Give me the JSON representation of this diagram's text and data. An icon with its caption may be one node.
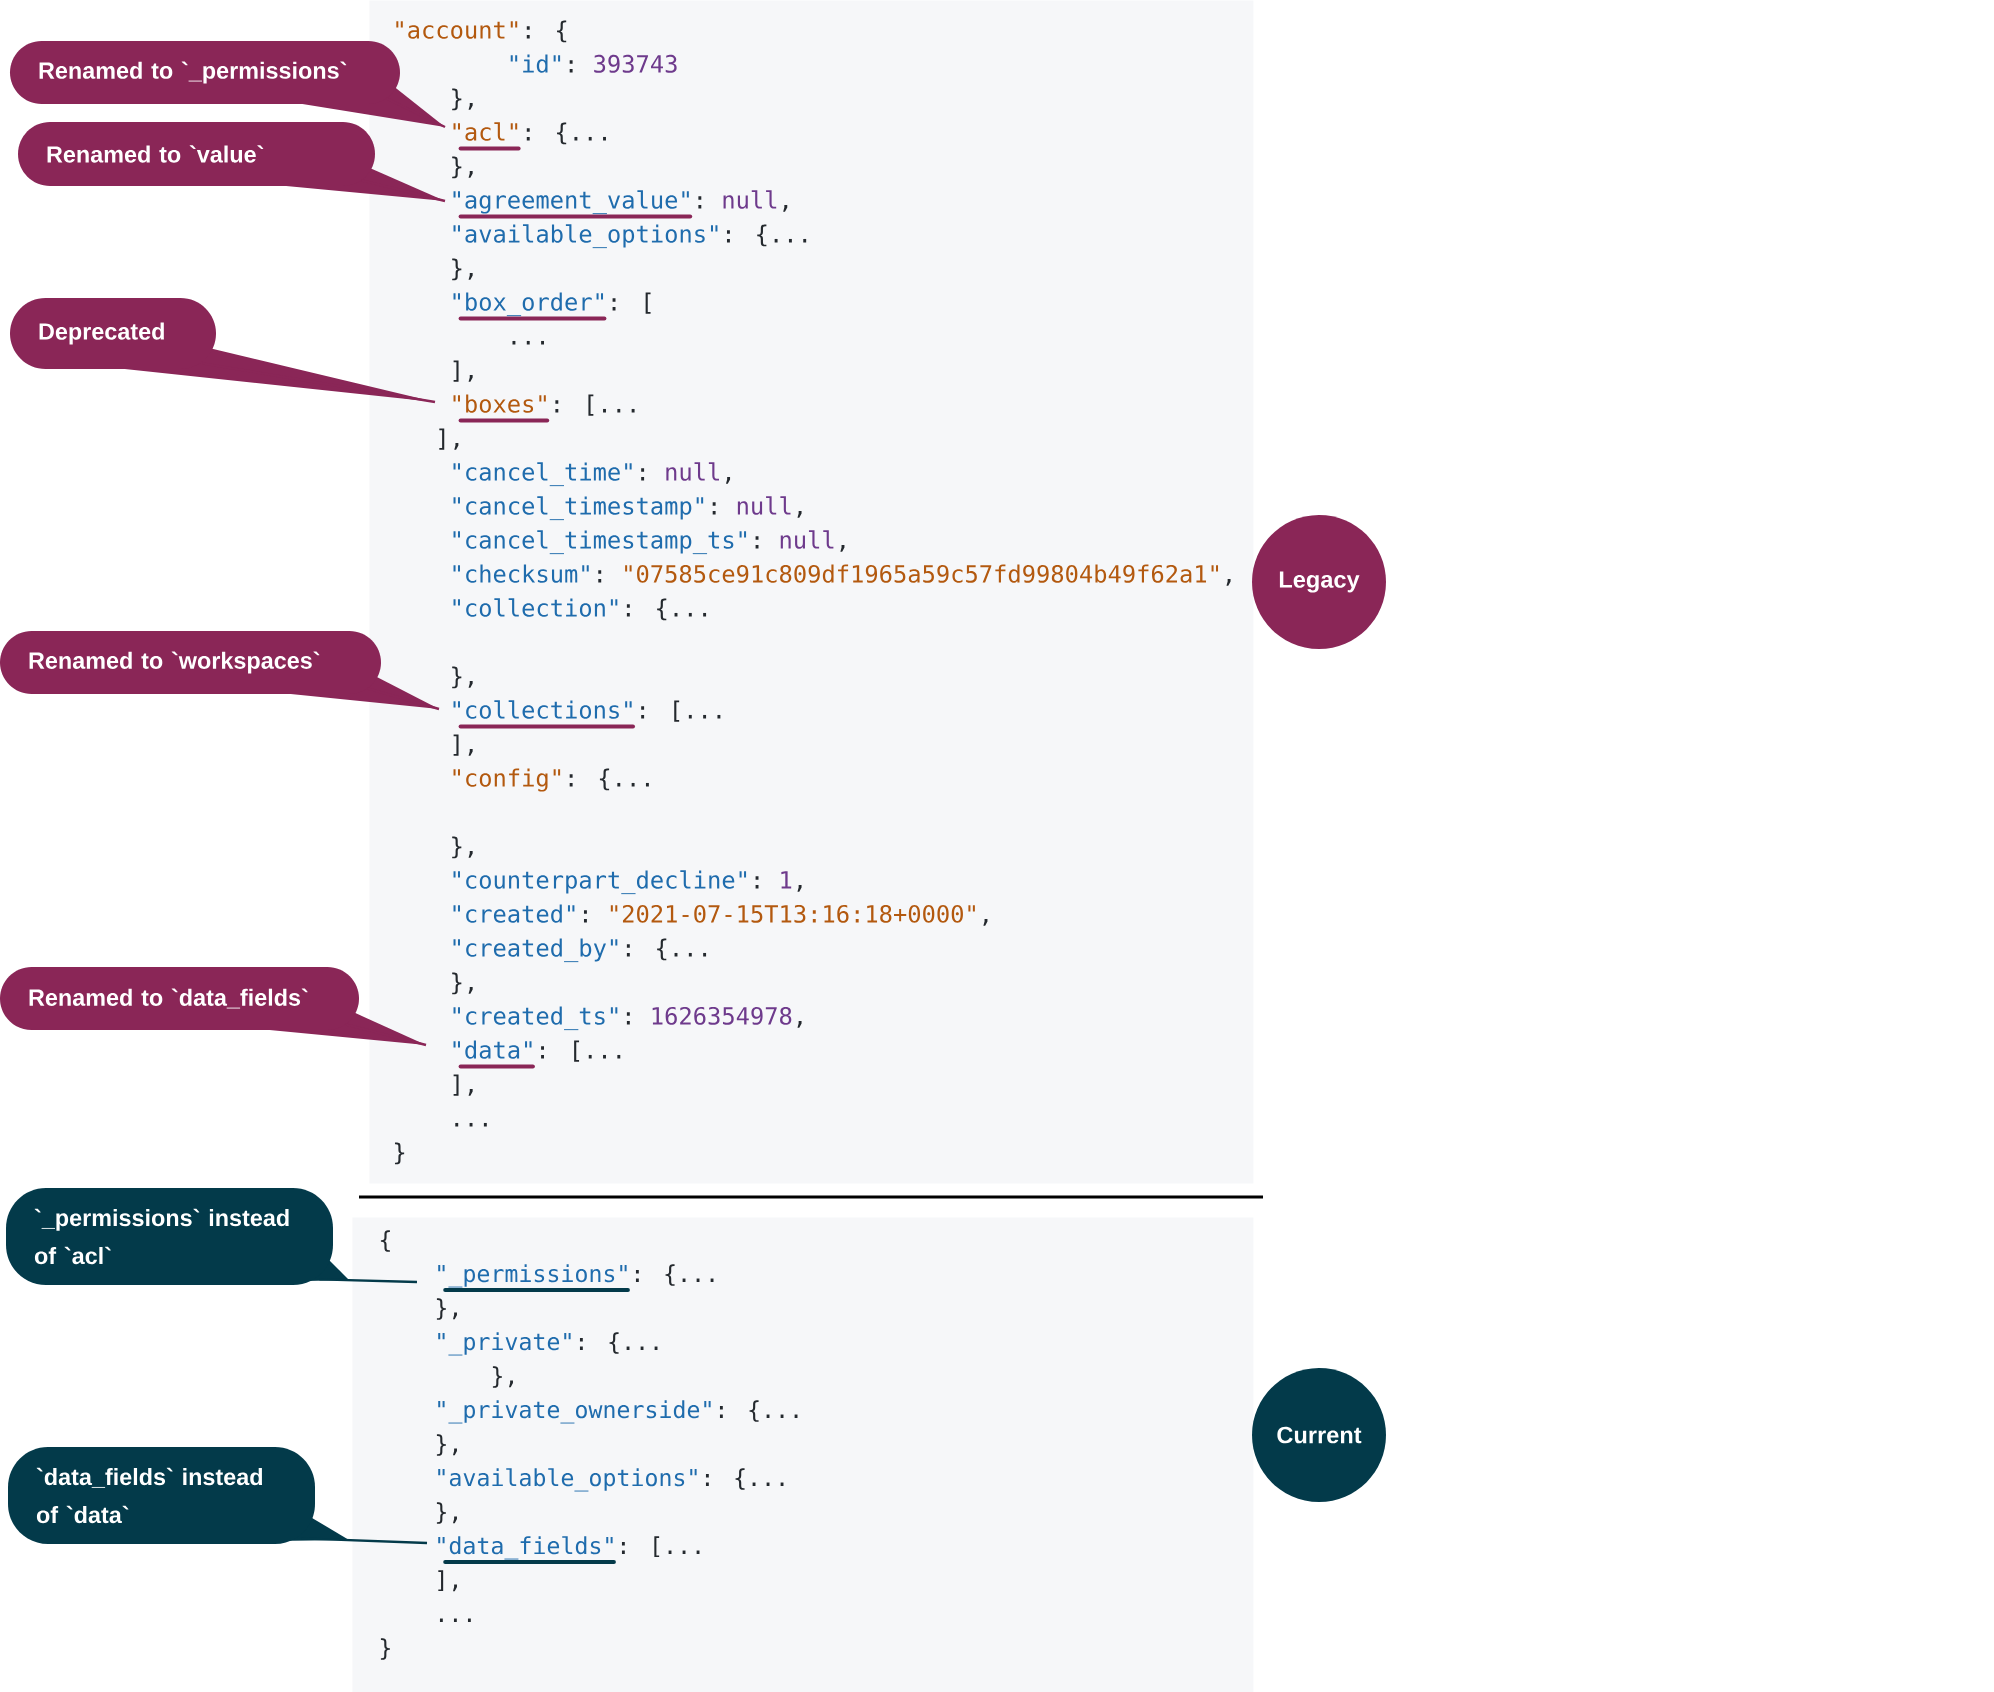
{
  "diagram": {
    "nodes": [
      {
        "text": [
          "\"account\"",
          ": {",
          "\"id\"",
          ":",
          "393743",
          "},",
          "\"acl\"",
          ": {...",
          "},",
          "\"agreement_value\"",
          ":",
          "null",
          ",",
          "\"available_options\"",
          ": {...",
          "},",
          "\"box_order\"",
          ": [",
          "...",
          "],",
          "\"boxes\"",
          ": [...",
          "],",
          "\"cancel_time\"",
          ":",
          "null",
          ",",
          "\"cancel_timestamp\"",
          ":",
          "null",
          ",",
          "\"cancel_timestamp_ts\"",
          ":",
          "null",
          ",",
          "\"checksum\"",
          ":",
          "\"07585ce91c809df1965a59c57fd99804b49f62a1\"",
          ",",
          "\"collection\"",
          ": {...",
          "},",
          "\"collections\"",
          ": [...",
          "],",
          "\"config\"",
          ": {...",
          "},",
          "\"counterpart_decline\"",
          ":",
          "1",
          ",",
          "\"created\"",
          ":",
          "\"2021-07-15T13:16:18+0000\"",
          ",",
          "\"created_by\"",
          ": {...",
          "},",
          "\"created_ts\"",
          ":",
          "1626354978",
          ",",
          "\"data\"",
          ": [...",
          "],",
          "...",
          "}"
        ]
      },
      {
        "text": [
          "Renamed to `_permissions`"
        ]
      },
      {
        "text": [
          "Renamed to `value`"
        ]
      },
      {
        "text": [
          "Deprecated"
        ]
      },
      {
        "text": [
          "Legacy"
        ]
      },
      {
        "text": [
          "Renamed to `workspaces`"
        ]
      },
      {
        "text": [
          "Renamed to `data_fields`"
        ]
      },
      {
        "text": [
          "`_permissions` instead of `acl`"
        ]
      },
      {
        "text": [
          "{",
          "\"_permissions\"",
          ": {...",
          "},",
          "\"_private\"",
          ": {...",
          "},",
          "\"_private_ownerside\"",
          ": {...",
          "},",
          "\"available_options\"",
          ": {...",
          "},",
          "\"data_fields\"",
          ": [...",
          "],",
          "...",
          "}"
        ]
      },
      {
        "text": [
          "Current"
        ]
      },
      {
        "text": [
          "`data_fields` instead of `data`"
        ]
      }
    ],
    "edges": [
      {
        "from": 1,
        "to": null,
        "arrow": "none"
      },
      {
        "from": 2,
        "to": null,
        "arrow": "none"
      },
      {
        "from": 3,
        "to": null,
        "arrow": "none"
      },
      {
        "from": 5,
        "to": null,
        "arrow": "none"
      },
      {
        "from": 6,
        "to": null,
        "arrow": "none"
      },
      {
        "from": 7,
        "to": 8,
        "arrow": "none",
        "color": "#033a4a"
      },
      {
        "from": 10,
        "to": 8,
        "arrow": "none",
        "color": "#033a4a"
      }
    ]
  }
}
